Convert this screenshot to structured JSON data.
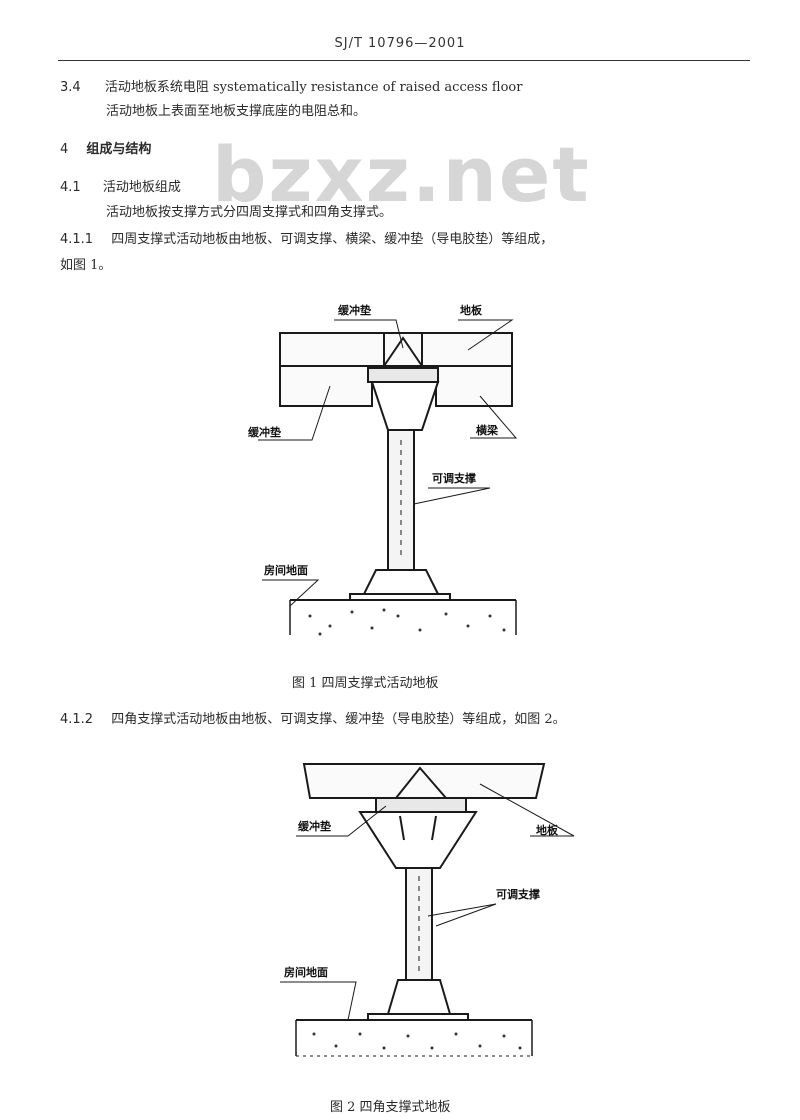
{
  "header": {
    "standard_no": "SJ/T 10796—2001"
  },
  "watermark": "bzxz.net",
  "lines": {
    "l1_num": "3.4",
    "l1_text": "活动地板系统电阻  systematically resistance of raised access floor",
    "l2": "活动地板上表面至地板支撑底座的电阻总和。",
    "l3_num": "4",
    "l3_text": "组成与结构",
    "l4_num": "4.1",
    "l4_text": "活动地板组成",
    "l5": "活动地板按支撑方式分四周支撑式和四角支撑式。",
    "l6_num": "4.1.1",
    "l6_text": "四周支撑式活动地板由地板、可调支撑、横梁、缓冲垫（导电胶垫）等组成，",
    "l7": "如图 1。",
    "l8_num": "4.1.2",
    "l8_text": "四角支撑式活动地板由地板、可调支撑、缓冲垫（导电胶垫）等组成，如图 2。"
  },
  "figure1": {
    "caption": "图 1   四周支撑式活动地板",
    "labels": {
      "cushion_top": "缓冲垫",
      "floor_panel": "地板",
      "cushion_left": "缓冲垫",
      "beam": "横梁",
      "adjustable_support": "可调支撑",
      "room_floor": "房间地面"
    }
  },
  "figure2": {
    "caption": "图 2   四角支撑式地板",
    "labels": {
      "cushion": "缓冲垫",
      "floor_panel": "地板",
      "adjustable_support": "可调支撑",
      "room_floor": "房间地面"
    }
  }
}
